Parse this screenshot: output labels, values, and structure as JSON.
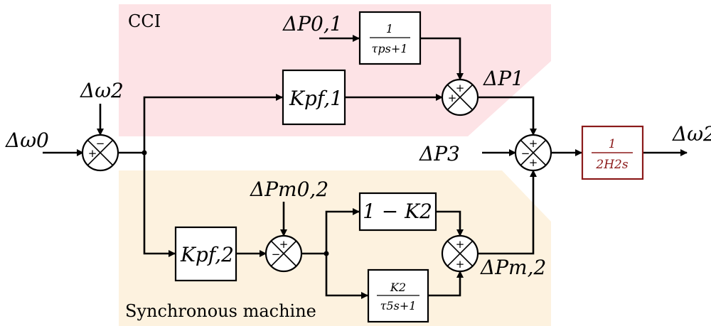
{
  "regions": {
    "cci": "CCI",
    "synchronous_machine": "Synchronous machine"
  },
  "signals": {
    "delta_omega_0": "Δω0",
    "delta_omega_2_feedback": "Δω2",
    "delta_omega_2_output": "Δω2",
    "delta_P_01": "ΔP0,1",
    "delta_P_1": "ΔP1",
    "delta_P_3": "ΔP3",
    "delta_P_m02": "ΔPm0,2",
    "delta_P_m2": "ΔPm,2"
  },
  "blocks": {
    "k_pf1": "Kpf,1",
    "k_pf2": "Kpf,2",
    "one_minus_k2": "1 − K2",
    "lag_p": {
      "num": "1",
      "den": "τps+1"
    },
    "lag_5": {
      "num": "K2",
      "den": "τ5s+1"
    },
    "inertia": {
      "num": "1",
      "den": "2H2s"
    }
  },
  "summing_junctions": {
    "input": [
      "−",
      "+"
    ],
    "cci": [
      "+",
      "+"
    ],
    "main": [
      "+",
      "−",
      "+"
    ],
    "sm_input": [
      "+",
      "−"
    ],
    "sm_output": [
      "+",
      "+"
    ]
  },
  "colors": {
    "cci_region": "#fde3e6",
    "sm_region": "#fdf2df",
    "output_block": "#8b1a1a"
  }
}
